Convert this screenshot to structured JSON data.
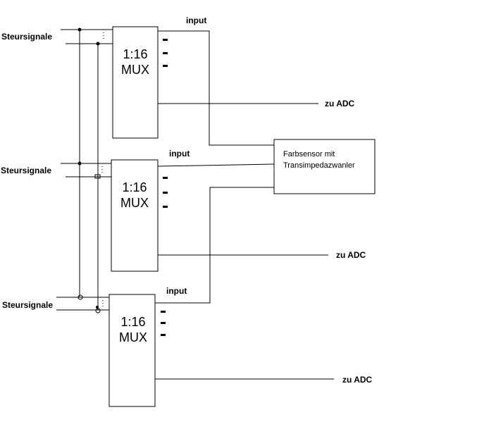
{
  "diagram": {
    "muxes": [
      {
        "ratio": "1:16",
        "name": "MUX",
        "control_label": "Steursignale",
        "input_label": "input",
        "output_label": "zu ADC"
      },
      {
        "ratio": "1:16",
        "name": "MUX",
        "control_label": "Steursignale",
        "input_label": "input",
        "output_label": "zu ADC"
      },
      {
        "ratio": "1:16",
        "name": "MUX",
        "control_label": "Steursignale",
        "input_label": "input",
        "output_label": "zu ADC"
      }
    ],
    "sensor": {
      "line1": "Farbsensor mit",
      "line2": "Transimpedazwanler"
    }
  }
}
